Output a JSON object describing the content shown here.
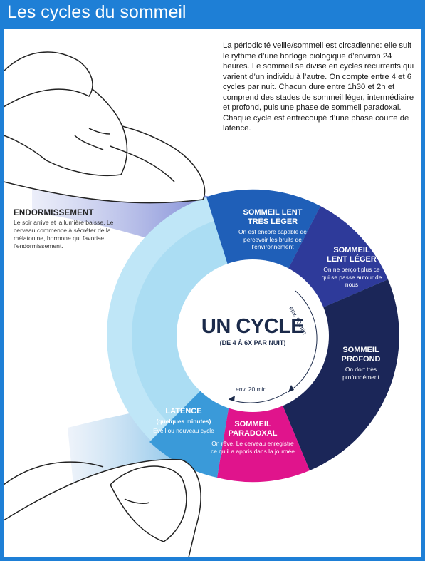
{
  "title": "Les cycles du sommeil",
  "intro": "La périodicité veille/sommeil est circadienne: elle suit le rythme d’une horloge biologique d’environ 24 heures. Le sommeil se divise en cycles récurrents qui varient d’un individu à l’autre. On compte entre 4 et 6 cycles par nuit. Chacun dure entre 1h30 et 2h et comprend des stades de sommeil léger, intermédiaire et profond, puis une phase de sommeil paradoxal. Chaque cycle est entrecoupé d’une phase courte de latence.",
  "endormissement": {
    "title": "ENDORMISSEMENT",
    "text": "Le soir arrive et la lumière baisse. Le cerveau commence à sécréter de la mélatonine, hormone qui favorise l’endormissement."
  },
  "center": {
    "title": "UN CYCLE",
    "subtitle": "(DE 4 À 6X PAR NUIT)"
  },
  "durations": {
    "main": "env. 90 min",
    "short": "env. 20 min"
  },
  "stages": {
    "tres_leger": {
      "title_1": "SOMMEIL LENT",
      "title_2": "TRÈS LÉGER",
      "text": "On est encore capable de percevoir les bruits de l’environnement",
      "color": "#1f5fb8"
    },
    "leger": {
      "title_1": "SOMMEIL",
      "title_2": "LENT LÉGER",
      "text": "On ne perçoit plus ce qui se passe autour de nous",
      "color": "#2e3a9a"
    },
    "profond": {
      "title_1": "SOMMEIL",
      "title_2": "PROFOND",
      "text": "On dort très profondément",
      "color": "#1b2658"
    },
    "paradoxal": {
      "title_1": "SOMMEIL",
      "title_2": "PARADOXAL",
      "text": "On rêve. Le cerveau enregistre ce qu’il a appris dans la journée",
      "color": "#e0148c"
    },
    "latence": {
      "title_1": "LATENCE",
      "title_2": "(quelques minutes)",
      "text": "Eveil ou nouveau cycle",
      "color": "#3a9ad9"
    }
  },
  "colors": {
    "brand": "#1e7fd6",
    "dark_text": "#1b2a4a",
    "light_ring": "#bfe6f7"
  }
}
